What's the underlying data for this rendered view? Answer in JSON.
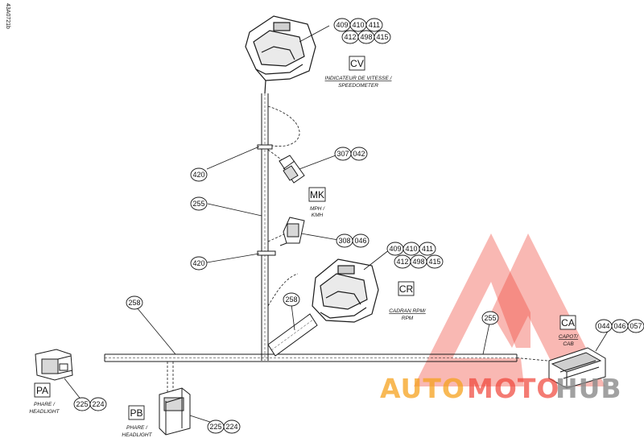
{
  "drawing_code": "43A0721b",
  "callouts": {
    "cv_a": "409",
    "cv_b": "410",
    "cv_c": "411",
    "cv_d": "412",
    "cv_e": "498",
    "cv_f": "415",
    "mk_a": "307",
    "mk_b": "042",
    "clip_upper": "420",
    "main_harness": "255",
    "clip_lower": "420",
    "kmh_a": "308",
    "kmh_b": "046",
    "cr_a": "409",
    "cr_b": "410",
    "cr_c": "411",
    "cr_d": "412",
    "cr_e": "498",
    "cr_f": "415",
    "branch_left": "258",
    "branch_center": "258",
    "harness_right": "255",
    "ca_a": "044",
    "ca_b": "046",
    "ca_c": "057",
    "pa_a": "225",
    "pa_b": "224",
    "pb_a": "225",
    "pb_b": "224"
  },
  "components": {
    "cv": {
      "code": "CV",
      "label_1": "INDICATEUR DE VITESSE /",
      "label_2": "SPEEDOMETER"
    },
    "mk": {
      "code": "MK",
      "label_1": "MPH /",
      "label_2": "KMH"
    },
    "cr": {
      "code": "CR",
      "label_1": "CADRAN RPM/",
      "label_2": "RPM"
    },
    "ca": {
      "code": "CA",
      "label_1": "CAPOT/",
      "label_2": "CAB"
    },
    "pa": {
      "code": "PA",
      "label_1": "PHARE /",
      "label_2": "HEADLIGHT"
    },
    "pb": {
      "code": "PB",
      "label_1": "PHARE /",
      "label_2": "HEADLIGHT"
    }
  },
  "watermark": {
    "part_1": "AUTO",
    "part_2": "MOTO",
    "part_3": "HUB"
  },
  "colors": {
    "line": "#1a1a1a",
    "watermark_red": "#f04438",
    "watermark_orange": "#f6a21e",
    "watermark_gray": "#8a8a8a"
  }
}
